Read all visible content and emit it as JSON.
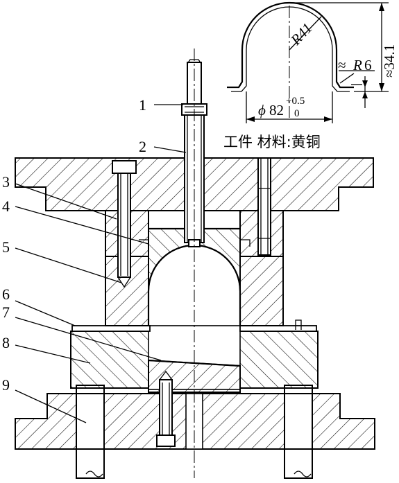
{
  "part_labels": [
    "1",
    "2",
    "3",
    "4",
    "5",
    "6",
    "7",
    "8",
    "9"
  ],
  "workpiece_dims": {
    "radius": "R41",
    "height": "≈34.1",
    "approx": "≈",
    "fillet": "R",
    "fillet_value": "6",
    "phi": "ϕ",
    "diameter_value": "82",
    "tol_upper": "+0.5",
    "tol_lower": "0"
  },
  "caption": "工件  材料:黄铜"
}
